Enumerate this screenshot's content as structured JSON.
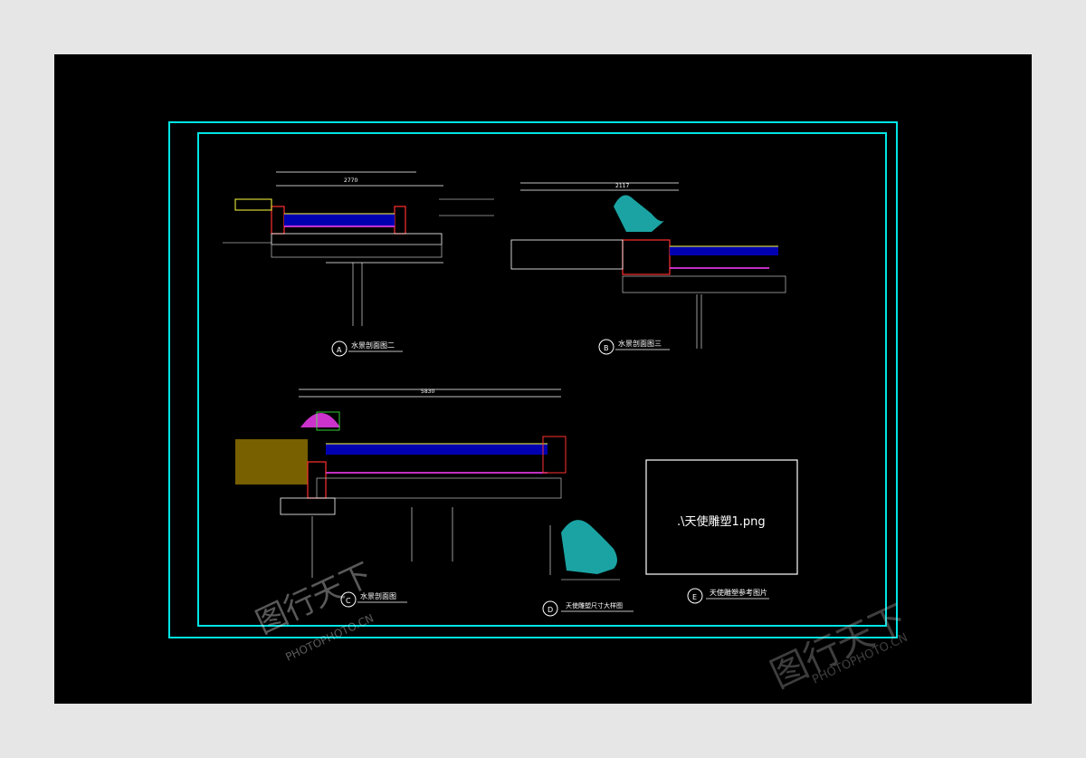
{
  "drawing": {
    "background_color": "#000000",
    "frame_color": "#00e5e5",
    "details": [
      {
        "mark": "A",
        "title": "水景剖面图二"
      },
      {
        "mark": "B",
        "title": "水景剖面图三"
      },
      {
        "mark": "C",
        "title": "水景剖面图"
      },
      {
        "mark": "D",
        "title": "天使雕塑尺寸大样图"
      },
      {
        "mark": "E",
        "title": "天使雕塑参考图片"
      }
    ],
    "image_placeholder": ".\\天使雕塑1.png",
    "dimensions": {
      "a_top": "2770",
      "b_top": "2117",
      "c_top": "5830"
    }
  },
  "watermarks": {
    "logo_text": "图行天下",
    "url_text": "PHOTOPHOTO.CN"
  }
}
